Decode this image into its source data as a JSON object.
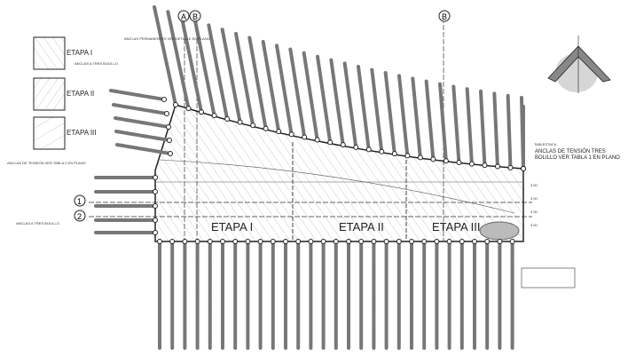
{
  "legend": [
    {
      "label": "ETAPA I"
    },
    {
      "label": "ETAPA II"
    },
    {
      "label": "ETAPA III"
    }
  ],
  "stages": [
    "ETAPA I",
    "ETAPA II",
    "ETAPA III"
  ],
  "axis_markers": {
    "top": [
      "A",
      "B",
      "B"
    ],
    "left": [
      "1",
      "2"
    ]
  },
  "notes": {
    "permanent_anchors": "ANCLAS PERMANENTES VER DETALLE EN PLANO",
    "staggered_anchors_top": "ANCLAS A TRES BOLILLO",
    "tension_anchors": "ANCLAS DE TENSIÓN VER TABLA 2 EN PLANO",
    "staggered_anchors_bottom": "ANCLAS A TRES BOLILLO",
    "right_tension_anchors": "ANCLAS DE TENSIÓN TRES BOLILLO VER TABLA 1 EN PLANO",
    "right_top": "TABLESTACA",
    "dims": [
      "3.00",
      "3.00",
      "3.00",
      "3.00"
    ]
  }
}
